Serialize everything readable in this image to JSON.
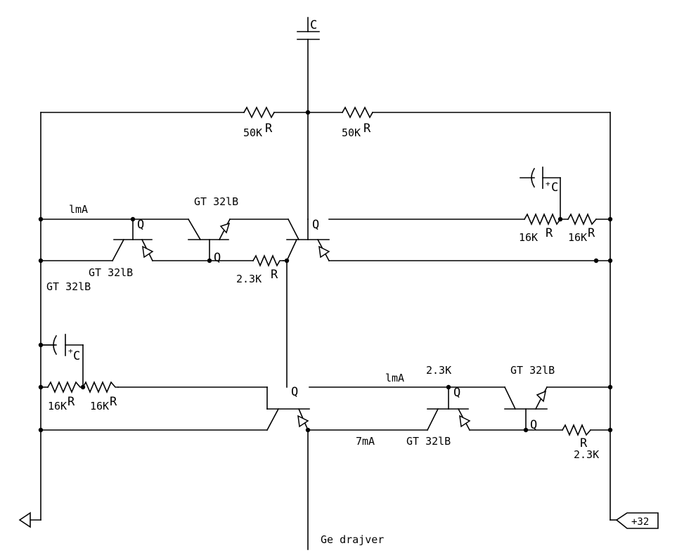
{
  "colors": {
    "ink": "#000000",
    "background": "#ffffff"
  },
  "labels": {
    "top_cap": "C",
    "r_top_left_value": "50K",
    "r_top_left_sym": "R",
    "r_top_right_value": "50K",
    "r_top_right_sym": "R",
    "current_upper": "lmA",
    "q_upper_left": "Q",
    "part_upper_mid": "GT 32lB",
    "q_upper_mid": "Q",
    "q_upper_center": "Q",
    "part_upper_left": "GT 32lB",
    "part_left_rail": "GT 32lB",
    "r_upper_mid_value": "2.3K",
    "r_upper_mid_sym": "R",
    "cap_upper_right": "C",
    "r_upper_right1_value": "16K",
    "r_upper_right1_sym": "R",
    "r_upper_right2_value": "16K",
    "r_upper_right2_sym": "R",
    "cap_lower_left": "C",
    "r_lower_left1_value": "16K",
    "r_lower_left1_sym": "R",
    "r_lower_left2_value": "16K",
    "r_lower_left2_sym": "R",
    "q_lower_center": "Q",
    "current_lower": "lmA",
    "r_lower_mid_value": "2.3K",
    "q_lower_mid": "Q",
    "part_lower_right": "GT 32lB",
    "q_lower_right": "Q",
    "current_lower_emitter": "7mA",
    "part_lower_mid": "GT 32lB",
    "r_lower_right_sym": "R",
    "r_lower_right_value": "2.3K",
    "output_label": "Ge drajver",
    "supply_label": "+32"
  }
}
